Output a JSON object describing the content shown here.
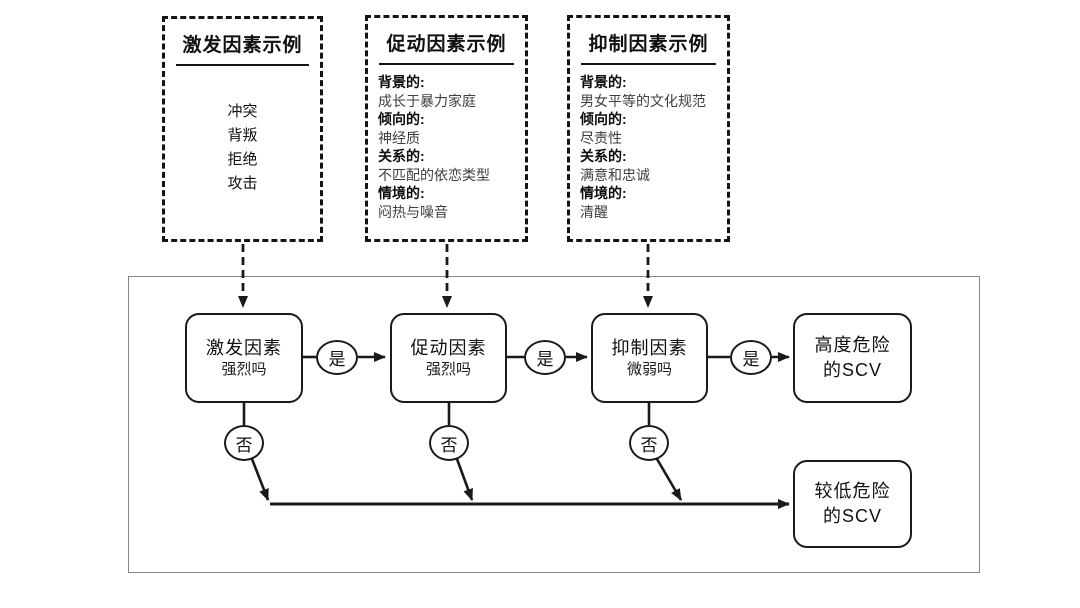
{
  "examples": [
    {
      "title": "激发因素示例",
      "items": [
        "冲突",
        "背叛",
        "拒绝",
        "攻击"
      ]
    },
    {
      "title": "促动因素示例",
      "rows": [
        {
          "label": "背景的:",
          "value": "成长于暴力家庭"
        },
        {
          "label": "倾向的:",
          "value": "神经质"
        },
        {
          "label": "关系的:",
          "value": "不匹配的依恋类型"
        },
        {
          "label": "情境的:",
          "value": "闷热与噪音"
        }
      ]
    },
    {
      "title": "抑制因素示例",
      "rows": [
        {
          "label": "背景的:",
          "value": "男女平等的文化规范"
        },
        {
          "label": "倾向的:",
          "value": "尽责性"
        },
        {
          "label": "关系的:",
          "value": "满意和忠诚"
        },
        {
          "label": "情境的:",
          "value": "清醒"
        }
      ]
    }
  ],
  "flow": {
    "decisions": [
      {
        "title": "激发因素",
        "question": "强烈吗"
      },
      {
        "title": "促动因素",
        "question": "强烈吗"
      },
      {
        "title": "抑制因素",
        "question": "微弱吗"
      }
    ],
    "outcomes": [
      {
        "line1": "高度危险",
        "line2": "的SCV"
      },
      {
        "line1": "较低危险",
        "line2": "的SCV"
      }
    ],
    "yes_label": "是",
    "no_label": "否"
  },
  "colors": {
    "line": "#1a1a1a",
    "container_border": "#858585",
    "background": "#ffffff",
    "text": "#111111",
    "value_text": "#3f3f3f"
  }
}
